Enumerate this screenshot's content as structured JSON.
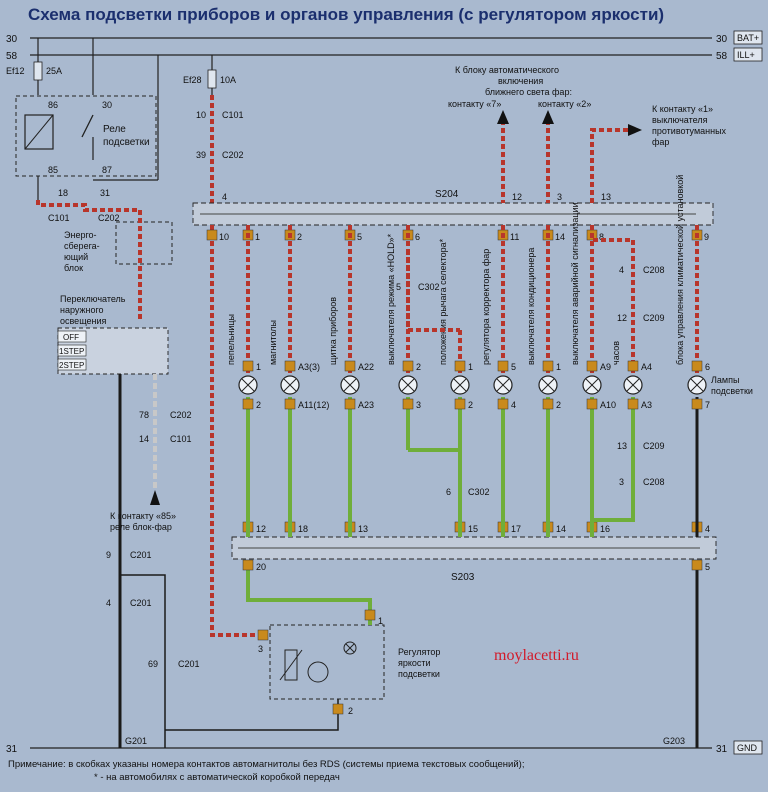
{
  "title": "Схема подсветки приборов и органов управления (с регулятором яркости)",
  "rails": {
    "r30_left": "30",
    "r30_right": "30",
    "r30_tag": "BAT+",
    "r58_left": "58",
    "r58_right": "58",
    "r58_tag": "ILL+",
    "r31_left": "31",
    "r31_right": "31",
    "r31_tag": "GND"
  },
  "fuses": {
    "ef12": "Ef12",
    "ef12_amp": "25A",
    "ef28": "Ef28",
    "ef28_amp": "10A"
  },
  "relay": {
    "label_1": "Реле",
    "label_2": "подсветки",
    "p86": "86",
    "p30": "30",
    "p85": "85",
    "p87": "87"
  },
  "connectors": {
    "c101": "C101",
    "c202": "C202",
    "c302": "C302",
    "c208": "C208",
    "c209": "C209",
    "c201": "C201",
    "n18": "18",
    "n31": "31",
    "n10": "10",
    "n39": "39",
    "n4": "4",
    "n12": "12",
    "n3": "3",
    "n13": "13",
    "n2": "2",
    "n6": "6",
    "n78": "78",
    "n14": "14",
    "n9": "9",
    "n69": "69",
    "n5": "5",
    "n1": "1"
  },
  "splices": {
    "s204": "S204",
    "s203": "S203",
    "g201": "G201",
    "g203": "G203"
  },
  "s204_pins": [
    "10",
    "1",
    "2",
    "5",
    "6",
    "11",
    "14",
    "8",
    "9"
  ],
  "s203_pins": [
    "20",
    "12",
    "18",
    "13",
    "15",
    "17",
    "14",
    "16",
    "4",
    "5"
  ],
  "energy_block": {
    "line1": "Энерго-",
    "line2": "сберега-",
    "line3": "ющий",
    "line4": "блок"
  },
  "switch": {
    "line1": "Переключатель",
    "line2": "наружного",
    "line3": "освещения",
    "off": "OFF",
    "step1": "1STEP",
    "step2": "2STEP"
  },
  "arrows": {
    "fog_1": "К контакту «1»",
    "fog_2": "выключателя",
    "fog_3": "противотуманных",
    "fog_4": "фар",
    "auto_1": "К блоку автоматического",
    "auto_2": "включения",
    "auto_3": "ближнего света фар:",
    "auto_c7": "контакту «7»",
    "auto_c2": "контакту «2»",
    "relay85_1": "К контакту «85»",
    "relay85_2": "реле блок-фар"
  },
  "lamps": [
    {
      "label": "пепельницы",
      "top": "1",
      "bottom": "2"
    },
    {
      "label": "магнитолы",
      "top": "A3(3)",
      "bottom": "A11(12)"
    },
    {
      "label": "щитка приборов",
      "top": "A22",
      "bottom": "A23"
    },
    {
      "label": "выключателя режима «HOLD»*",
      "top": "2",
      "bottom": "3"
    },
    {
      "label": "положения рычага селектора*",
      "top": "1",
      "bottom": "2"
    },
    {
      "label": "регулятора корректора фар",
      "top": "5",
      "bottom": "4"
    },
    {
      "label": "выключателя кондиционера",
      "top": "1",
      "bottom": "2"
    },
    {
      "label": "выключателя аварийной сигнализации",
      "top": "A9",
      "bottom": "A10"
    },
    {
      "label": "часов",
      "top": "A4",
      "bottom": "A3"
    },
    {
      "label": "блока управления климатической установкой",
      "top": "6",
      "bottom": "7"
    }
  ],
  "lamps_caption": {
    "line1": "Лампы",
    "line2": "подсветки"
  },
  "regulator": {
    "line1": "Регулятор",
    "line2": "яркости",
    "line3": "подсветки"
  },
  "watermark": "moylacetti.ru",
  "note": {
    "line1": "Примечание: в скобках указаны номера контактов автомагнитолы без RDS (системы приема текстовых сообщений);",
    "line2": "* - на автомобилях с автоматической коробкой передач"
  },
  "colors": {
    "background": "#a9b9cf",
    "wire_red_white": "#b8352b",
    "wire_green": "#6fae3a",
    "wire_black": "#1a1a1a",
    "connector": "#c98a1c",
    "title": "#1b2f6e",
    "watermark": "#d21a2a"
  }
}
